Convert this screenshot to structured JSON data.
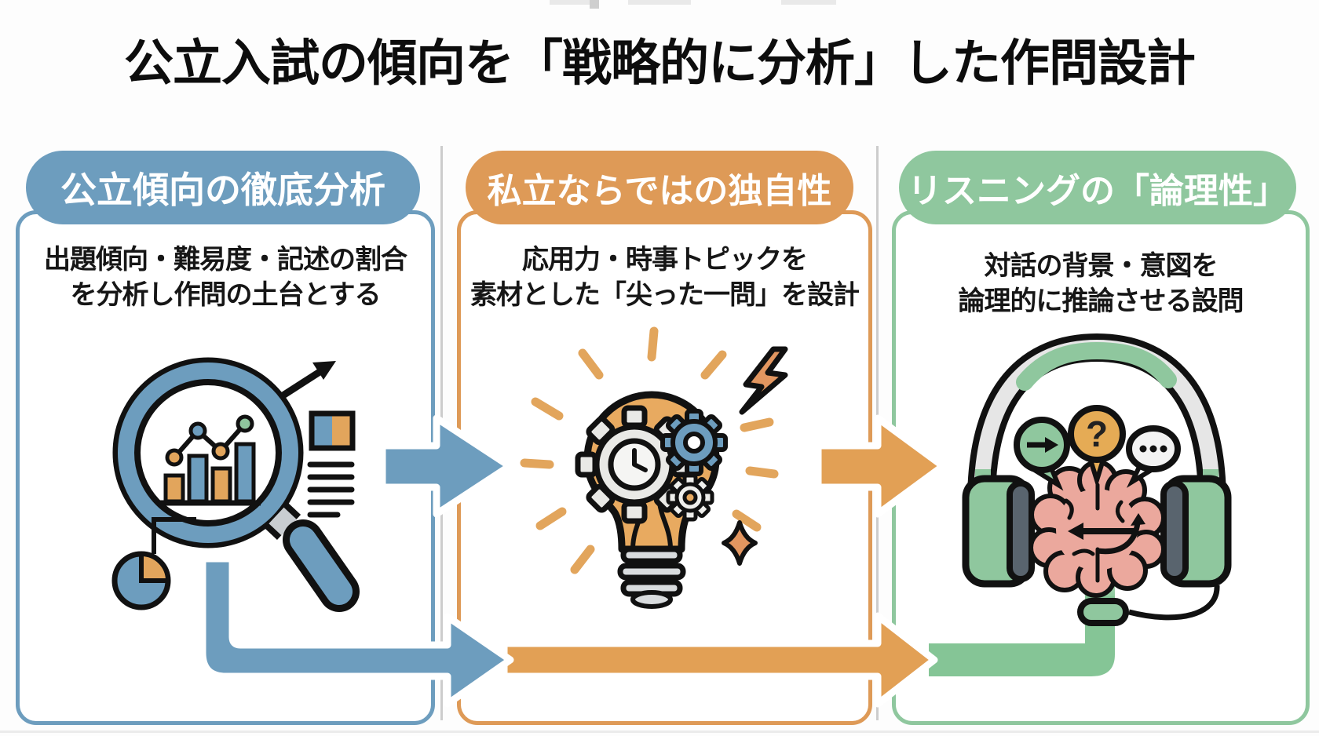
{
  "title": {
    "text": "公立入試の傾向を「戦略的に分析」した作問設計"
  },
  "colors": {
    "blue_accent": "#6d9dbe",
    "orange_accent": "#de9a57",
    "green_accent": "#8fc79e",
    "flow_green": "#85c596",
    "divider_gray": "#cdcdcd",
    "background": "#fdfdfd",
    "text_black": "#161616"
  },
  "panels": [
    {
      "header": "公立傾向の徹底分析",
      "body_lines": [
        "出題傾向・難易度・記述の割合",
        "を分析し作問の土台とする"
      ],
      "icon": "magnifier-analytics-icon",
      "accent": "#6d9dbe"
    },
    {
      "header": "私立ならではの独自性",
      "body_lines": [
        "応用力・時事トピックを",
        "素材とした「尖った一問」を設計"
      ],
      "icon": "lightbulb-gears-icon",
      "accent": "#de9a57"
    },
    {
      "header": "リスニングの「論理性」",
      "body_lines": [
        "対話の背景・意図を",
        "論理的に推論させる設問"
      ],
      "icon": "headphones-brain-icon",
      "accent": "#8fc79e"
    }
  ],
  "flow": {
    "arrows": [
      {
        "from": "panel-1",
        "to": "panel-2",
        "position": "middle",
        "color": "#6d9dbe"
      },
      {
        "from": "panel-2",
        "to": "panel-3",
        "position": "middle",
        "color": "#de9a57"
      },
      {
        "from": "panel-1",
        "to": "panel-2",
        "position": "bottom",
        "color": "#6d9dbe"
      },
      {
        "from": "panel-2",
        "to": "panel-3",
        "position": "bottom",
        "color": "#de9a57"
      },
      {
        "from": "panel-3",
        "to": "headset",
        "position": "bottom",
        "color": "#85c596"
      }
    ]
  }
}
